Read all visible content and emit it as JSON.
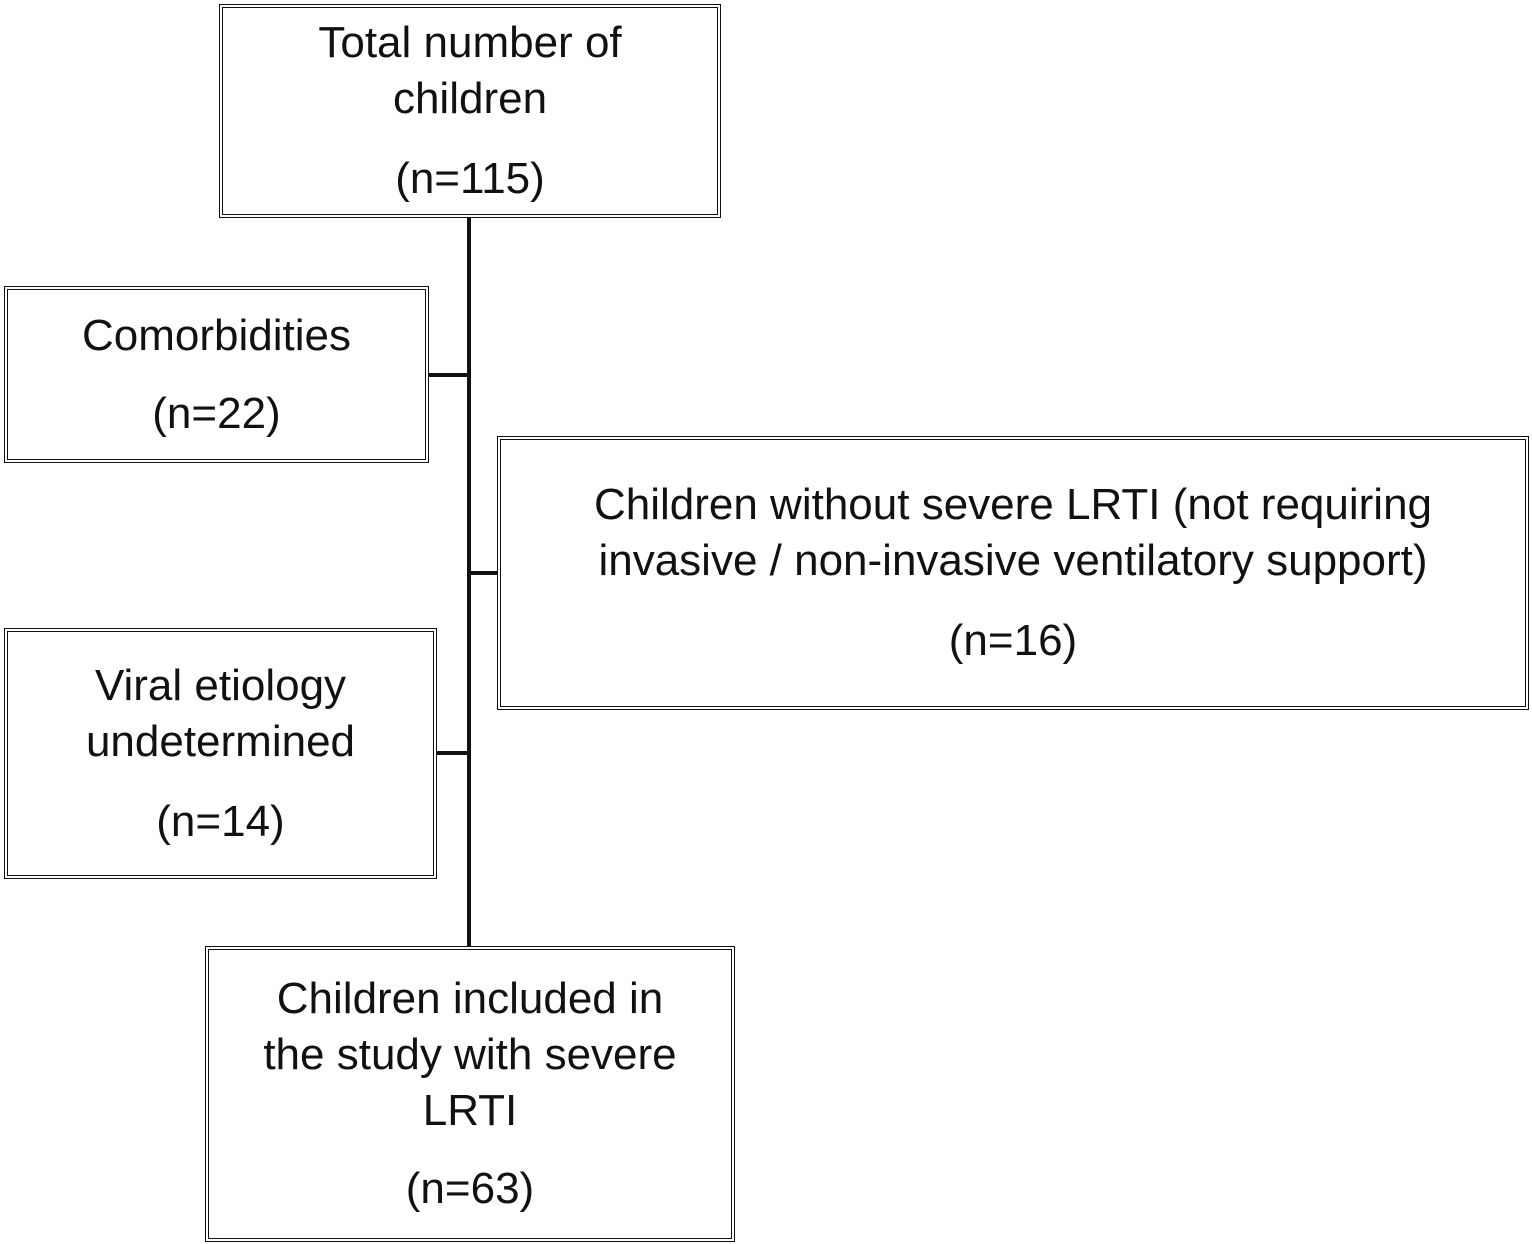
{
  "flowchart": {
    "total": {
      "lines": [
        "Total number of",
        "children"
      ],
      "count": "(n=115)"
    },
    "comorbidities": {
      "lines": [
        "Comorbidities"
      ],
      "count": "(n=22)"
    },
    "without_severe": {
      "lines": [
        "Children without severe LRTI  (not requiring",
        "invasive / non-invasive ventilatory support)"
      ],
      "count": "(n=16)"
    },
    "viral_undetermined": {
      "lines": [
        "Viral etiology",
        "undetermined"
      ],
      "count": "(n=14)"
    },
    "included": {
      "lines": [
        "Children included in",
        "the study with severe",
        "LRTI"
      ],
      "count": "(n=63)"
    }
  }
}
